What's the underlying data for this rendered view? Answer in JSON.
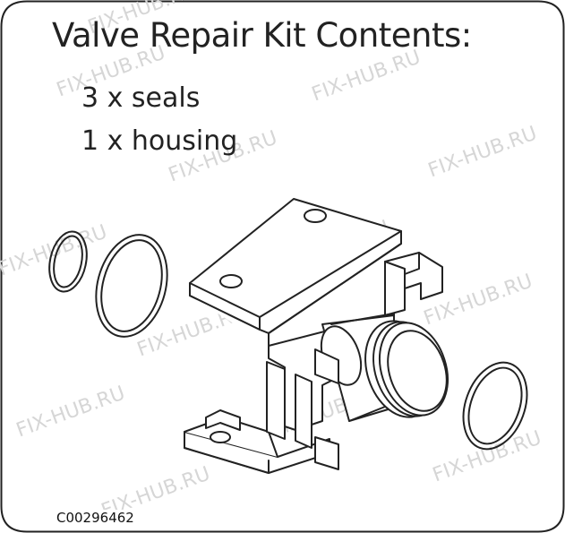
{
  "title": "Valve Repair Kit Contents:",
  "items": [
    "3 x seals",
    "1 x housing"
  ],
  "part_code": "C00296462",
  "watermark": "FIX-HUB.RU",
  "colors": {
    "line": "#222222",
    "watermark": "#d6d6d6",
    "background": "#ffffff"
  }
}
